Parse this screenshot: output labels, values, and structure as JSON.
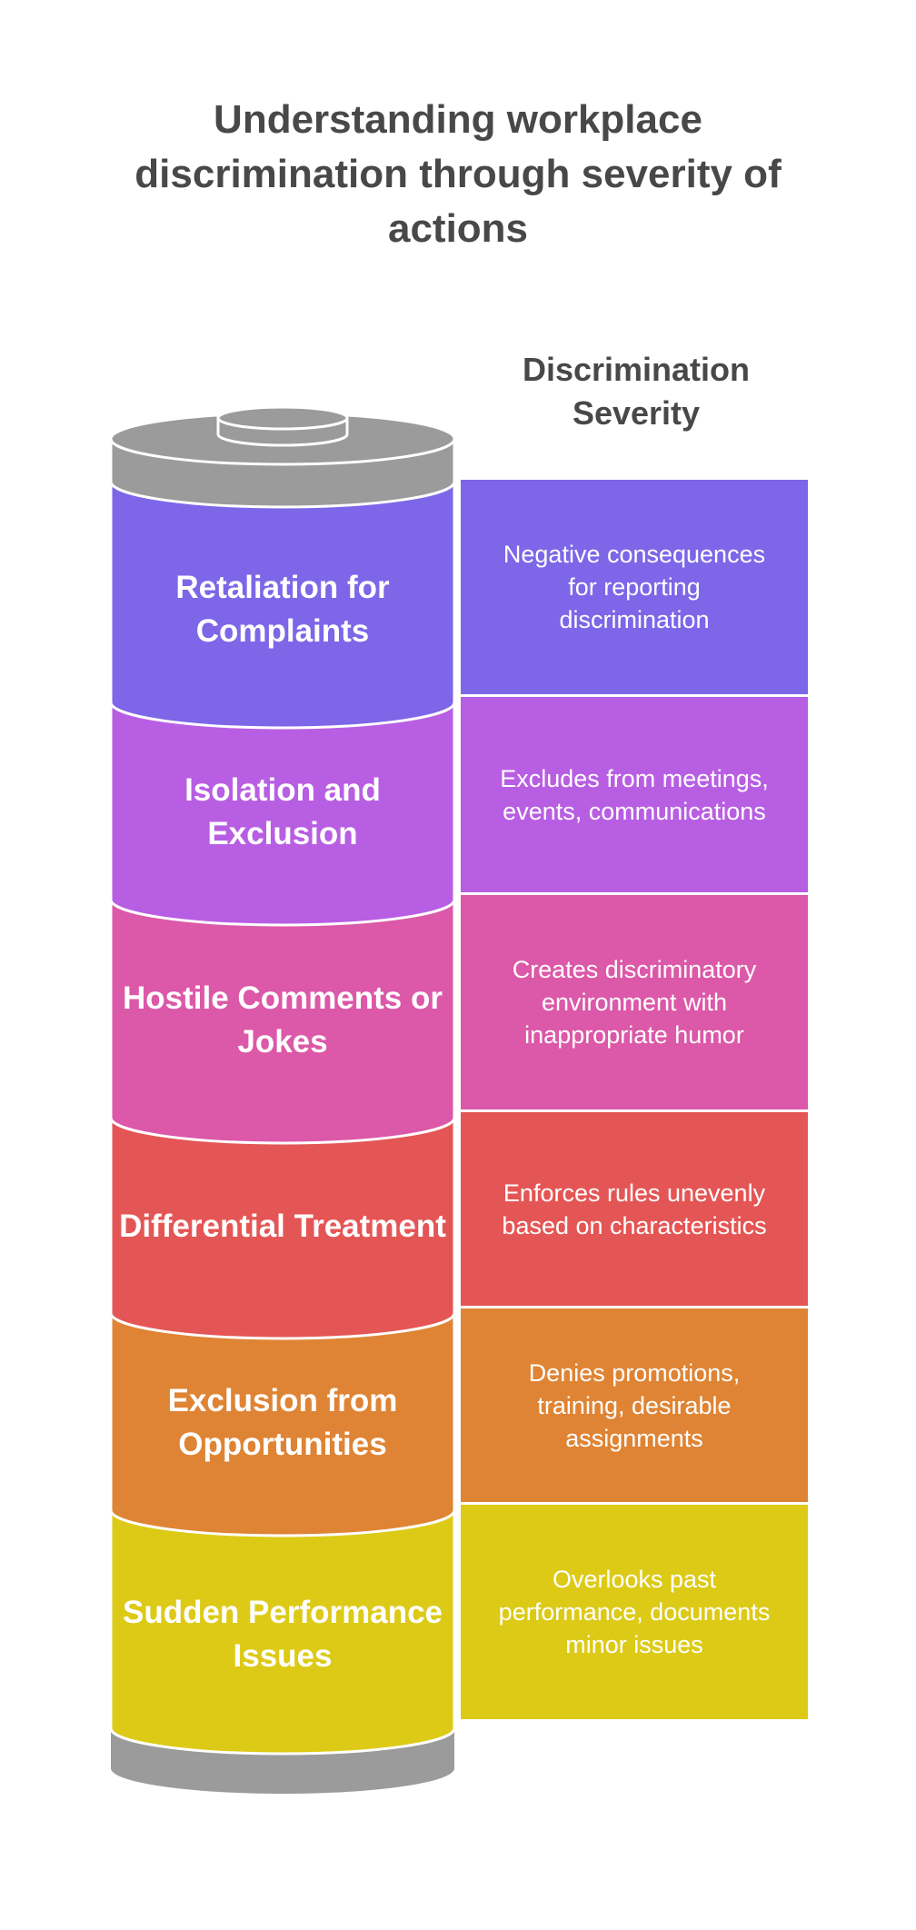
{
  "title": "Understanding workplace discrimination through severity of actions",
  "severity_label": "Discrimination Severity",
  "colors": {
    "cap": "#9b9b9b",
    "cap_dark": "#8b8b8b",
    "title_text": "#484848",
    "outline": "#ffffff"
  },
  "levels": [
    {
      "label": "Retaliation for Complaints",
      "description": "Negative consequences for reporting discrimination",
      "color": "#7d66e8"
    },
    {
      "label": "Isolation and Exclusion",
      "description": "Excludes from meetings, events, communications",
      "color": "#b85ee3"
    },
    {
      "label": "Hostile Comments or Jokes",
      "description": "Creates discriminatory environment with inappropriate humor",
      "color": "#dc58a8"
    },
    {
      "label": "Differential Treatment",
      "description": "Enforces rules unevenly based on characteristics",
      "color": "#e45655"
    },
    {
      "label": "Exclusion from Opportunities",
      "description": "Denies promotions, training, desirable assignments",
      "color": "#df8434"
    },
    {
      "label": "Sudden Performance Issues",
      "description": "Overlooks past performance, documents minor issues",
      "color": "#ddca17"
    }
  ]
}
